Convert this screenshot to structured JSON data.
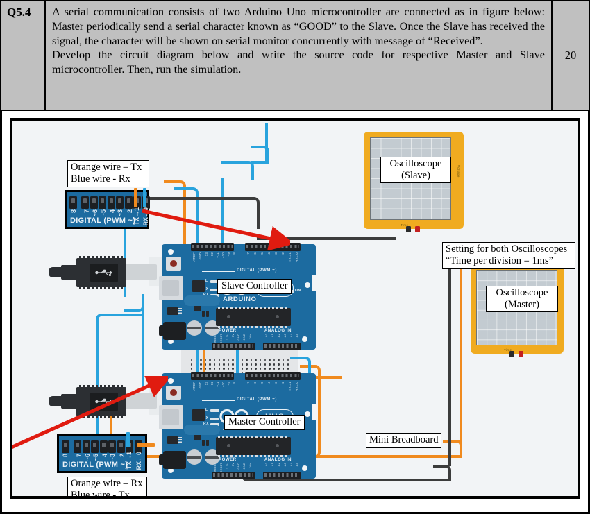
{
  "question": {
    "number": "Q5.4",
    "marks": "20",
    "paragraphs": [
      "A serial communication consists of two Arduino Uno microcontroller are connected as in figure below: Master periodically send a serial character known as “GOOD” to the Slave. Once the Slave has received the signal, the character will be shown on serial monitor concurrently with message of “Received”.",
      "Develop the circuit diagram below and write the source code for respective Master and Slave microcontroller. Then, run the simulation."
    ]
  },
  "figure": {
    "callouts": {
      "top_wire_legend": "Orange wire – Tx\nBlue wire - Rx",
      "bottom_wire_legend": "Orange wire – Rx\nBlue wire - Tx",
      "scope_setting": "Setting for both Oscilloscopes\n“Time per division = 1ms”"
    },
    "labels": {
      "slave_controller": "Slave Controller",
      "master_controller": "Master Controller",
      "mini_breadboard": "Mini Breadboard",
      "scope_slave": "Oscilloscope\n(Slave)",
      "scope_master": "Oscilloscope\n(Master)"
    },
    "arduino": {
      "brand": "ARDUINO",
      "model": "UNO",
      "digital_header_title": "DIGITAL (PWM ~)",
      "power_title": "POWER",
      "analog_title": "ANALOG IN",
      "led_l": "L",
      "led_tx": "TX",
      "led_rx": "RX",
      "led_on": "ON",
      "digital_pins_right": [
        "TX→1",
        "RX←0",
        "2",
        "~3",
        "4",
        "~5",
        "~6",
        "7"
      ],
      "digital_pins_left": [
        "AREF",
        "GND",
        "13",
        "12",
        "~11",
        "~10",
        "~9",
        "8"
      ],
      "power_pins": [
        "IOREF",
        "RESET",
        "3.3V",
        "5V",
        "GND",
        "GND",
        "Vin"
      ],
      "analog_pins": [
        "A0",
        "A1",
        "A2",
        "A3",
        "A4",
        "A5"
      ]
    },
    "zoom_header": {
      "title": "DIGITAL (PWM ~)",
      "pins": [
        "8",
        "7",
        "~6",
        "~5",
        "4",
        "~3",
        "2",
        "TX→1",
        "RX←0"
      ]
    },
    "oscilloscope_axes": {
      "voltage": "Voltage",
      "time": "Time"
    }
  },
  "colors": {
    "orange_wire": "#f08a1e",
    "blue_wire": "#29a3dd",
    "black_wire": "#3c3c3c",
    "board_blue": "#1c6ba0",
    "scope_bezel": "#f0ab20",
    "scope_screen": "#c3cbd1",
    "arrow_red": "#e01b10",
    "header_gray": "#c0c0c0"
  }
}
